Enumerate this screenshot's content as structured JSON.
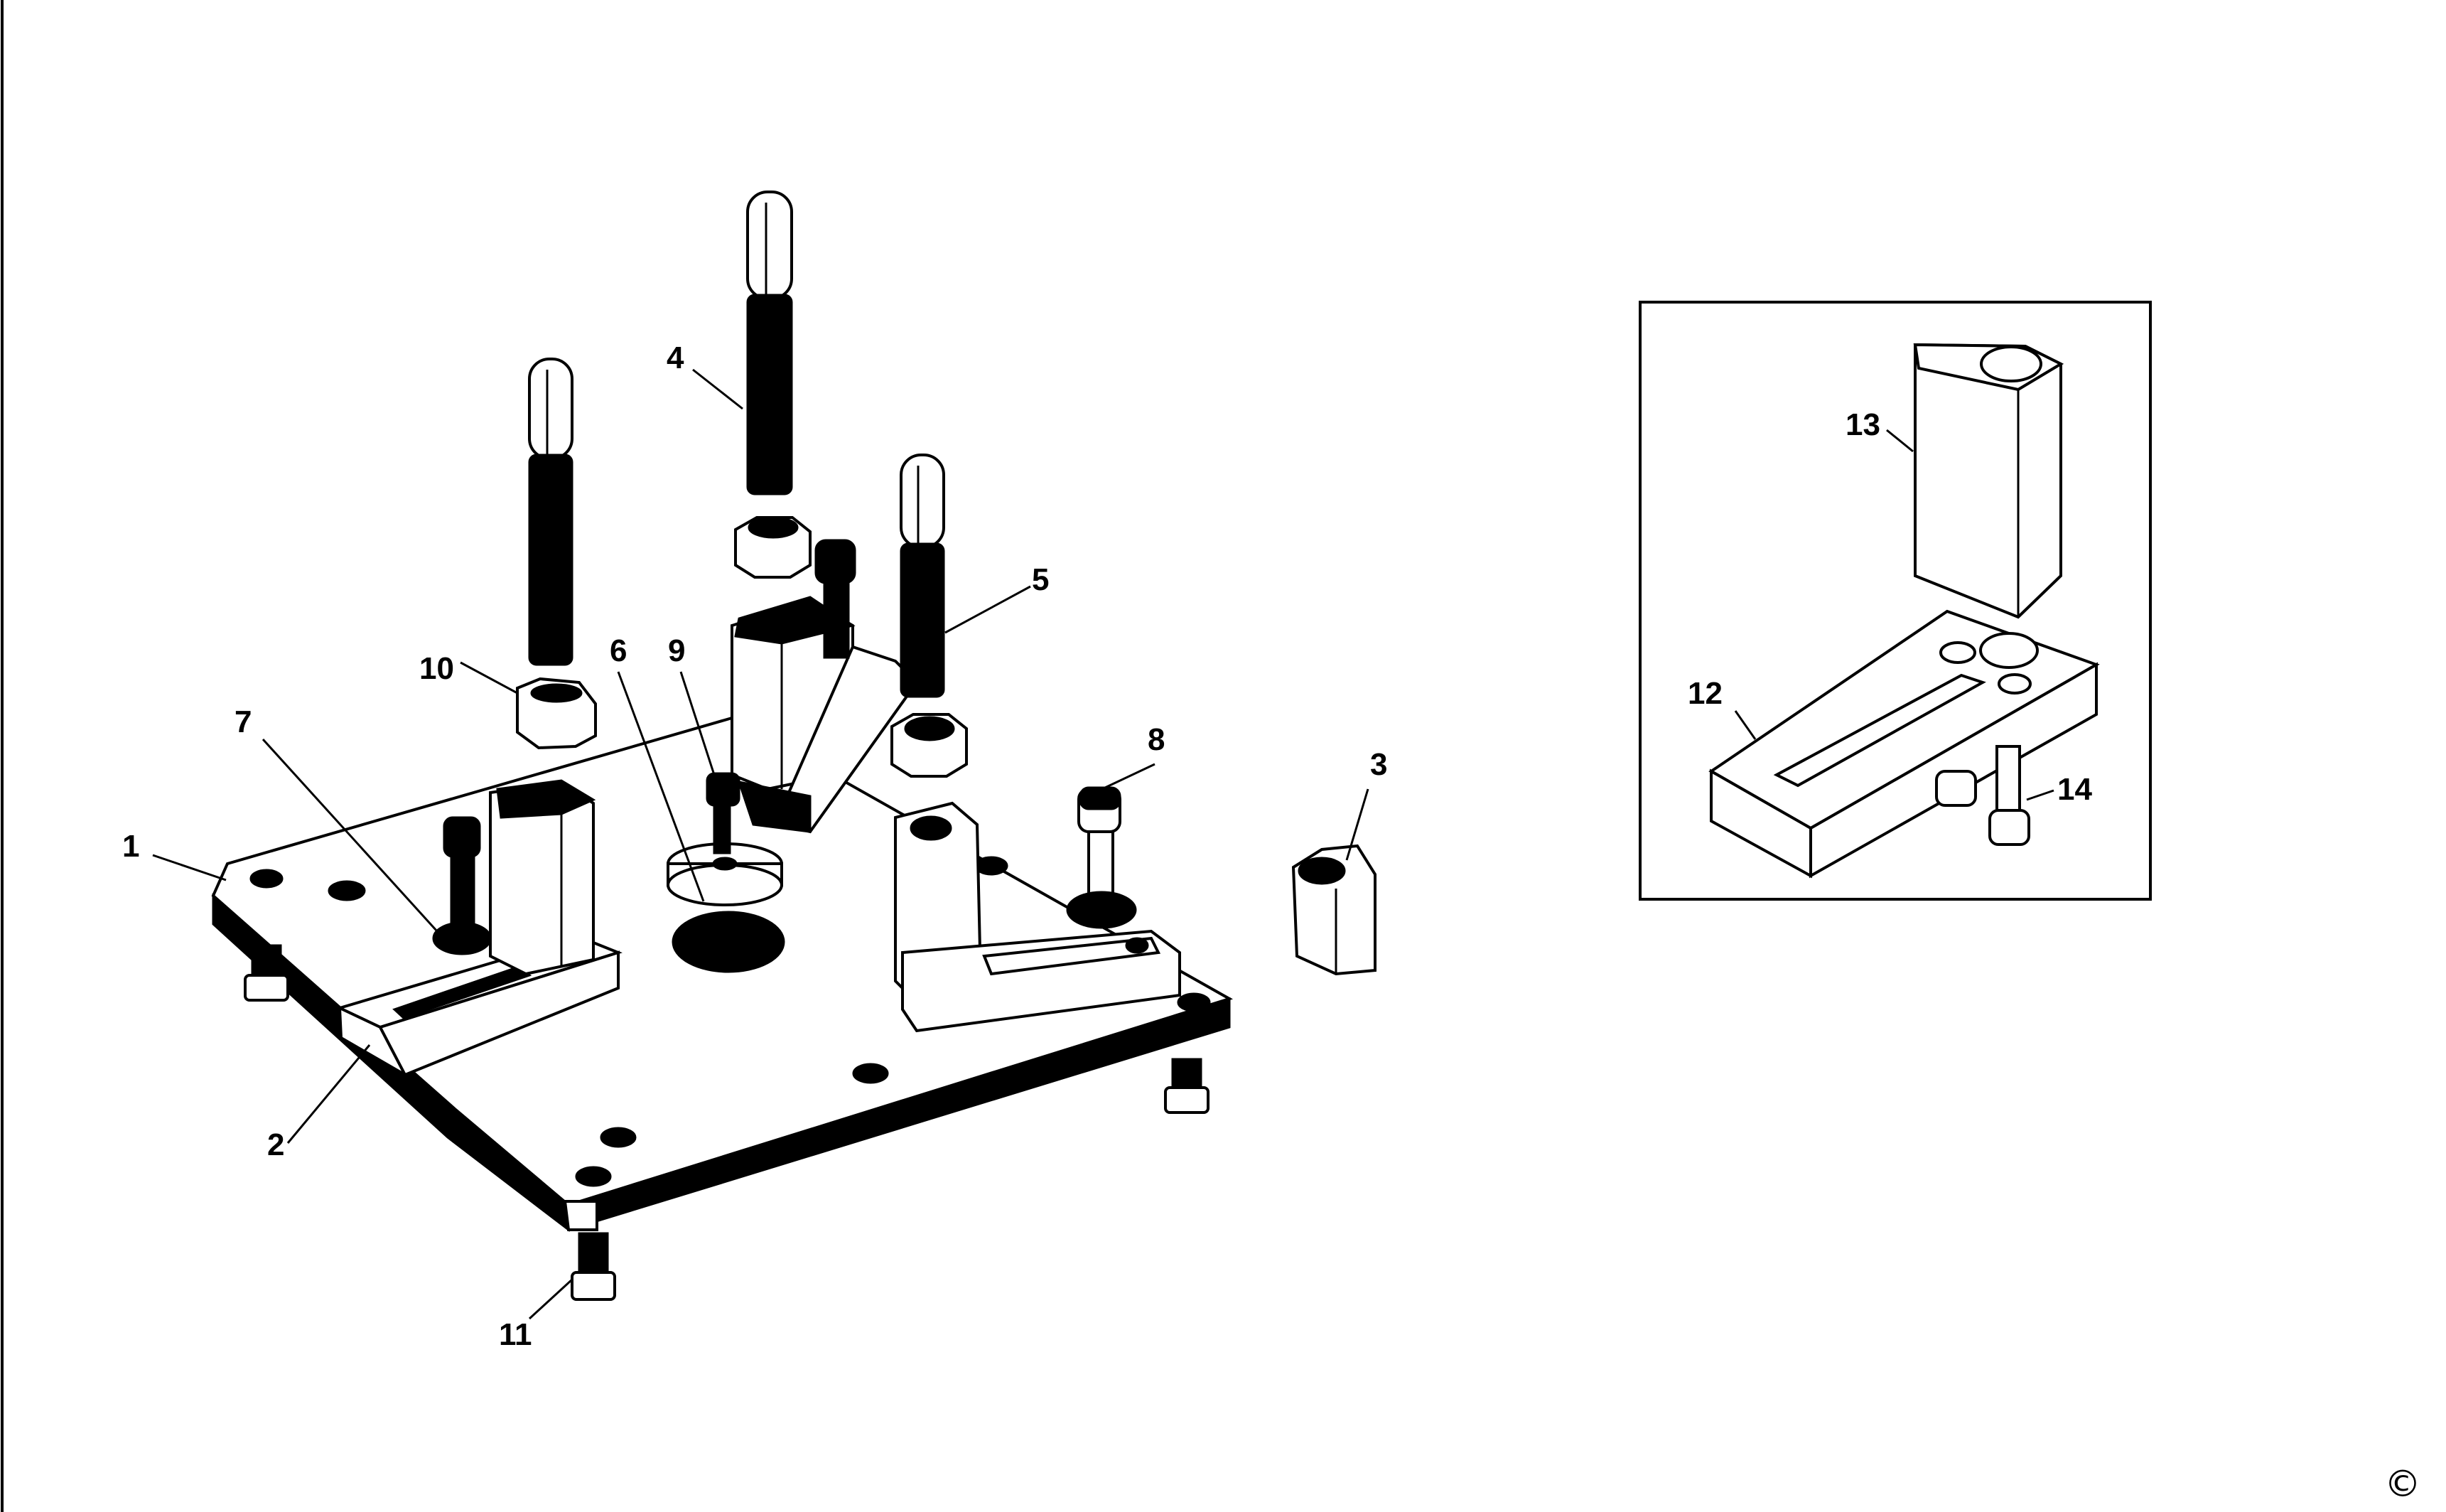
{
  "diagram": {
    "callouts": {
      "c1": "1",
      "c2": "2",
      "c3": "3",
      "c4": "4",
      "c5": "5",
      "c6": "6",
      "c7": "7",
      "c8": "8",
      "c9": "9",
      "c10": "10",
      "c11": "11",
      "c12": "12",
      "c13": "13",
      "c14": "14"
    },
    "copyright_mark": "©"
  }
}
